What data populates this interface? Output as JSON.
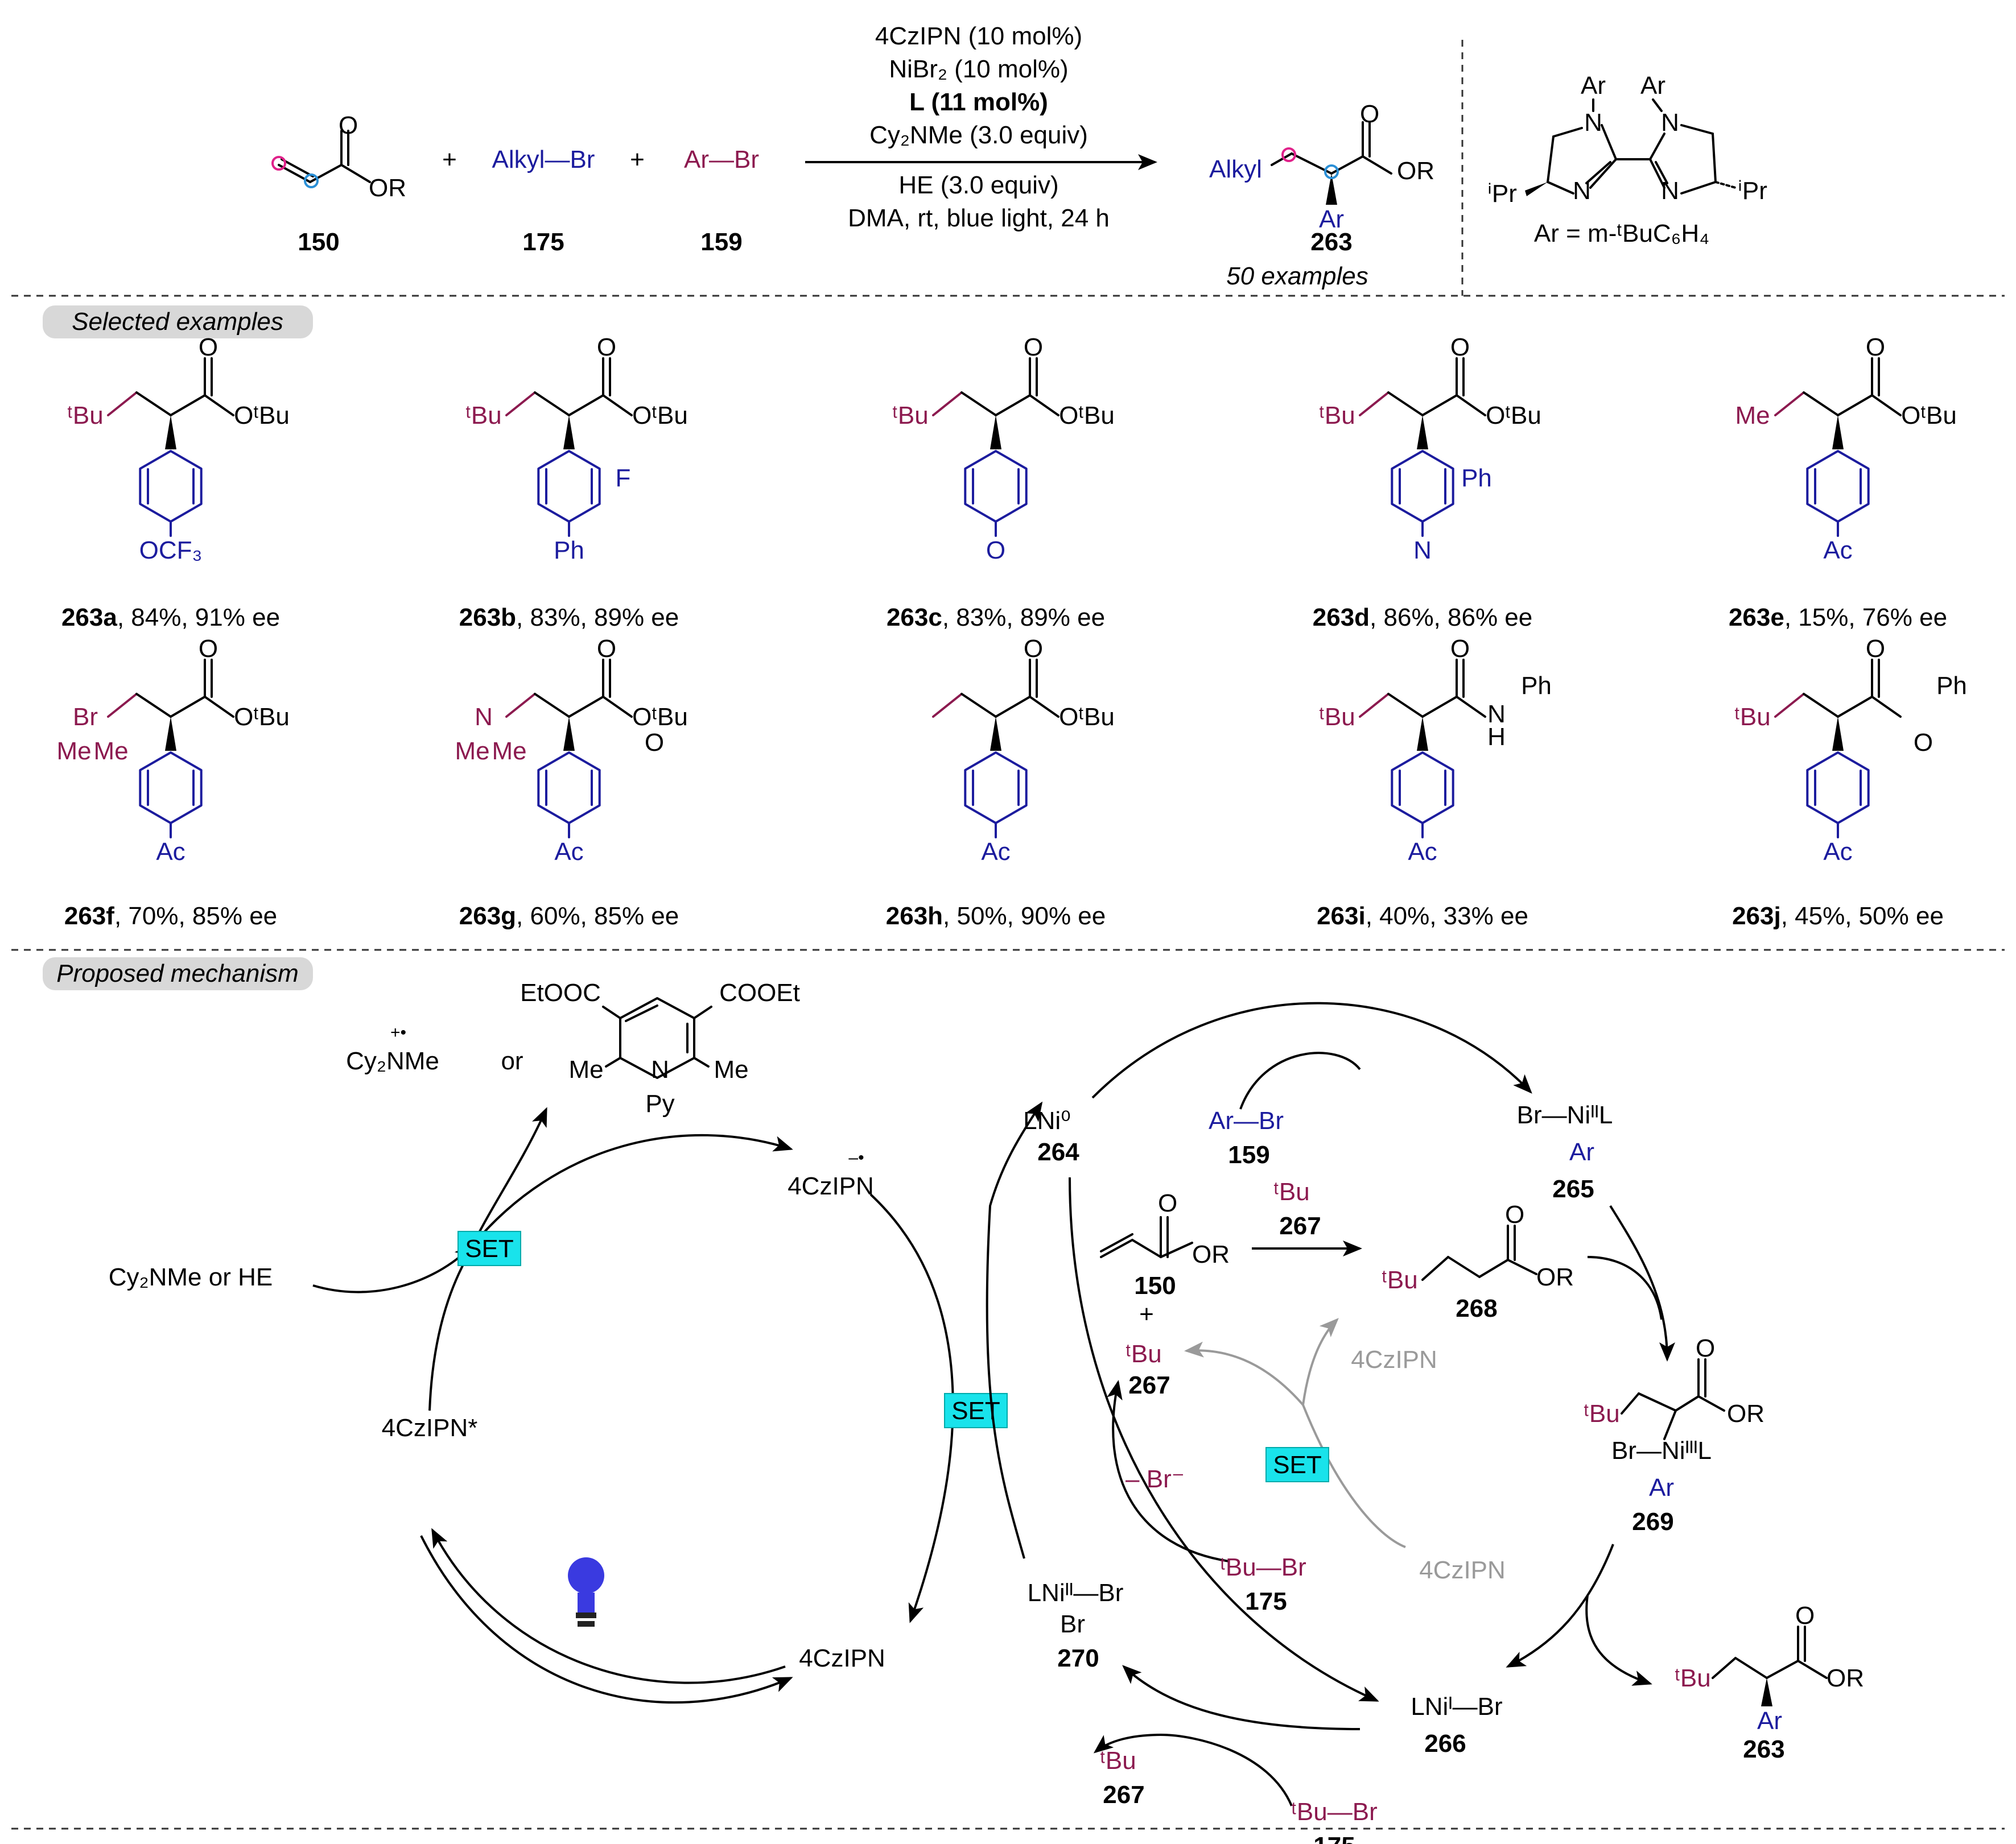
{
  "scheme": {
    "reactants": [
      {
        "id": "150",
        "label": "150",
        "text": "OR"
      },
      {
        "id": "175",
        "label": "175",
        "text": "Alkyl—Br"
      },
      {
        "id": "159",
        "label": "159",
        "text": "Ar—Br"
      }
    ],
    "plus": "+",
    "conditions_above": [
      "4CzIPN (10 mol%)",
      "NiBr₂ (10 mol%)",
      "L (11 mol%)",
      "Cy₂NMe (3.0 equiv)"
    ],
    "conditions_below": [
      "HE (3.0 equiv)",
      "DMA, rt, blue light, 24 h"
    ],
    "product": {
      "label": "263",
      "alkyl": "Alkyl",
      "ar": "Ar",
      "or": "OR",
      "examples": "50 examples"
    },
    "ligand": {
      "ar_top1": "Ar",
      "ar_top2": "Ar",
      "n": "N",
      "ipr": "ⁱPr",
      "def": "Ar = m-ᵗBuC₆H₄"
    }
  },
  "sections": {
    "selected_examples": "Selected examples",
    "proposed_mechanism": "Proposed mechanism"
  },
  "examples": [
    {
      "id": "263a",
      "yield": "84%",
      "ee": "91% ee",
      "alkyl": "ᵗBu",
      "sub": "OCF₃",
      "ester": "OᵗBu"
    },
    {
      "id": "263b",
      "yield": "83%",
      "ee": "89% ee",
      "alkyl": "ᵗBu",
      "sub": "Ph",
      "sub2": "F",
      "ester": "OᵗBu"
    },
    {
      "id": "263c",
      "yield": "83%",
      "ee": "89% ee",
      "alkyl": "ᵗBu",
      "sub": "O",
      "ester": "OᵗBu"
    },
    {
      "id": "263d",
      "yield": "86%",
      "ee": "86% ee",
      "alkyl": "ᵗBu",
      "sub": "N",
      "sub2": "Ph",
      "ester": "OᵗBu"
    },
    {
      "id": "263e",
      "yield": "15%",
      "ee": "76% ee",
      "alkyl": "Me",
      "sub": "Ac",
      "ester": "OᵗBu"
    },
    {
      "id": "263f",
      "yield": "70%",
      "ee": "85% ee",
      "alkyl": "Br",
      "me1": "Me",
      "me2": "Me",
      "sub": "Ac",
      "ester": "OᵗBu"
    },
    {
      "id": "263g",
      "yield": "60%",
      "ee": "85% ee",
      "alkyl": "N",
      "o": "O",
      "me1": "Me",
      "me2": "Me",
      "sub": "Ac",
      "ester": "OᵗBu"
    },
    {
      "id": "263h",
      "yield": "50%",
      "ee": "90% ee",
      "sub": "Ac",
      "ester": "OᵗBu"
    },
    {
      "id": "263i",
      "yield": "40%",
      "ee": "33% ee",
      "alkyl": "ᵗBu",
      "sub": "Ac",
      "n": "N",
      "h": "H",
      "ph": "Ph"
    },
    {
      "id": "263j",
      "yield": "45%",
      "ee": "50% ee",
      "alkyl": "ᵗBu",
      "sub": "Ac",
      "o": "O",
      "ph": "Ph"
    }
  ],
  "mechanism": {
    "oxidized": {
      "amine": "Cy₂NMe",
      "or": "or",
      "etooc": "EtOOC",
      "cooet": "COOEt",
      "me": "Me",
      "n": "N",
      "py": "Py"
    },
    "donor": "Cy₂NMe or HE",
    "set": "SET",
    "pc_radical_anion": "4CzIPN",
    "pc_excited": "4CzIPN*",
    "pc": "4CzIPN",
    "ni0": {
      "text": "LNi⁰",
      "label": "264"
    },
    "arbr": {
      "text": "Ar—Br",
      "label": "159"
    },
    "ni2_ar": {
      "text": "Br—NiᴵᴵL",
      "ar": "Ar",
      "label": "265"
    },
    "acrylate": {
      "or": "OR",
      "label": "150"
    },
    "tbu_radical": {
      "text": "ᵗBu",
      "label": "267"
    },
    "radical_268": {
      "tbu": "ᵗBu",
      "or": "OR",
      "label": "268"
    },
    "ni3": {
      "tbu": "ᵗBu",
      "or": "OR",
      "text": "Br—NiᴵᴵᴵL",
      "ar": "Ar",
      "label": "269"
    },
    "plus_tbu": {
      "plus": "+",
      "tbu": "ᵗBu",
      "label": "267"
    },
    "minus_br": "– Br⁻",
    "tbubr": {
      "text": "ᵗBu—Br",
      "label": "175"
    },
    "ni2_br2": {
      "text": "LNiᴵᴵ—Br",
      "br": "Br",
      "label": "270"
    },
    "ni1": {
      "text": "LNiᴵ—Br",
      "label": "266"
    },
    "product_263": {
      "tbu": "ᵗBu",
      "or": "OR",
      "ar": "Ar",
      "label": "263"
    },
    "gray_pc": "4CzIPN",
    "gray_pc_anion": "4CzIPN"
  }
}
